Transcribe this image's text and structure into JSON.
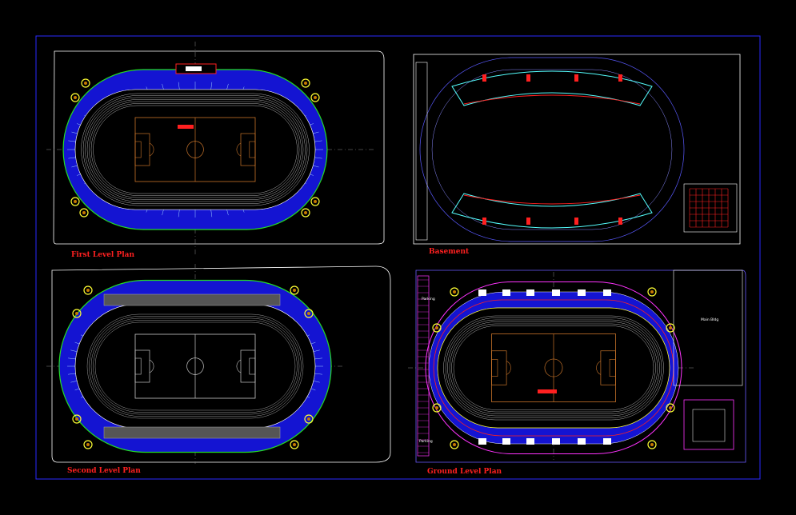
{
  "drawing": {
    "plans": [
      {
        "id": "first",
        "title": "First Level Plan"
      },
      {
        "id": "basement",
        "title": "Basement"
      },
      {
        "id": "second",
        "title": "Second Level Plan"
      },
      {
        "id": "ground",
        "title": "Ground Level Plan"
      }
    ],
    "notes": {
      "parking_1": "Parking",
      "parking_2": "Parking",
      "side_label": "Main Bldg"
    },
    "colors": {
      "background": "#000000",
      "frame": "#2a2aff",
      "seating": "#1414d2",
      "track": "#d0d0d0",
      "field_lines": "#c8742a",
      "outline": "#ffffff",
      "green_line": "#22dd22",
      "title_text": "#ff2020",
      "magenta": "#ff33ff",
      "cyan": "#55ffff",
      "yellow": "#ffff33",
      "red": "#ff2020"
    }
  }
}
